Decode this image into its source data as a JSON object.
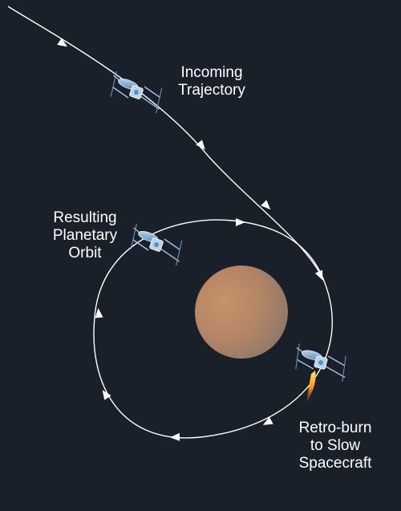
{
  "labels": {
    "incoming": [
      "Incoming",
      "Trajectory"
    ],
    "orbit": [
      "Resulting",
      "Planetary",
      "Orbit"
    ],
    "retro": [
      "Retro-burn",
      "to Slow",
      "Spacecraft"
    ]
  },
  "colors": {
    "background": "#1a2029",
    "path": "#ffffff",
    "planet_light": "#c38f6a",
    "planet_dark": "#8a7565",
    "spacecraft": "#8fb8dc",
    "flame": "#ff8a1e"
  }
}
